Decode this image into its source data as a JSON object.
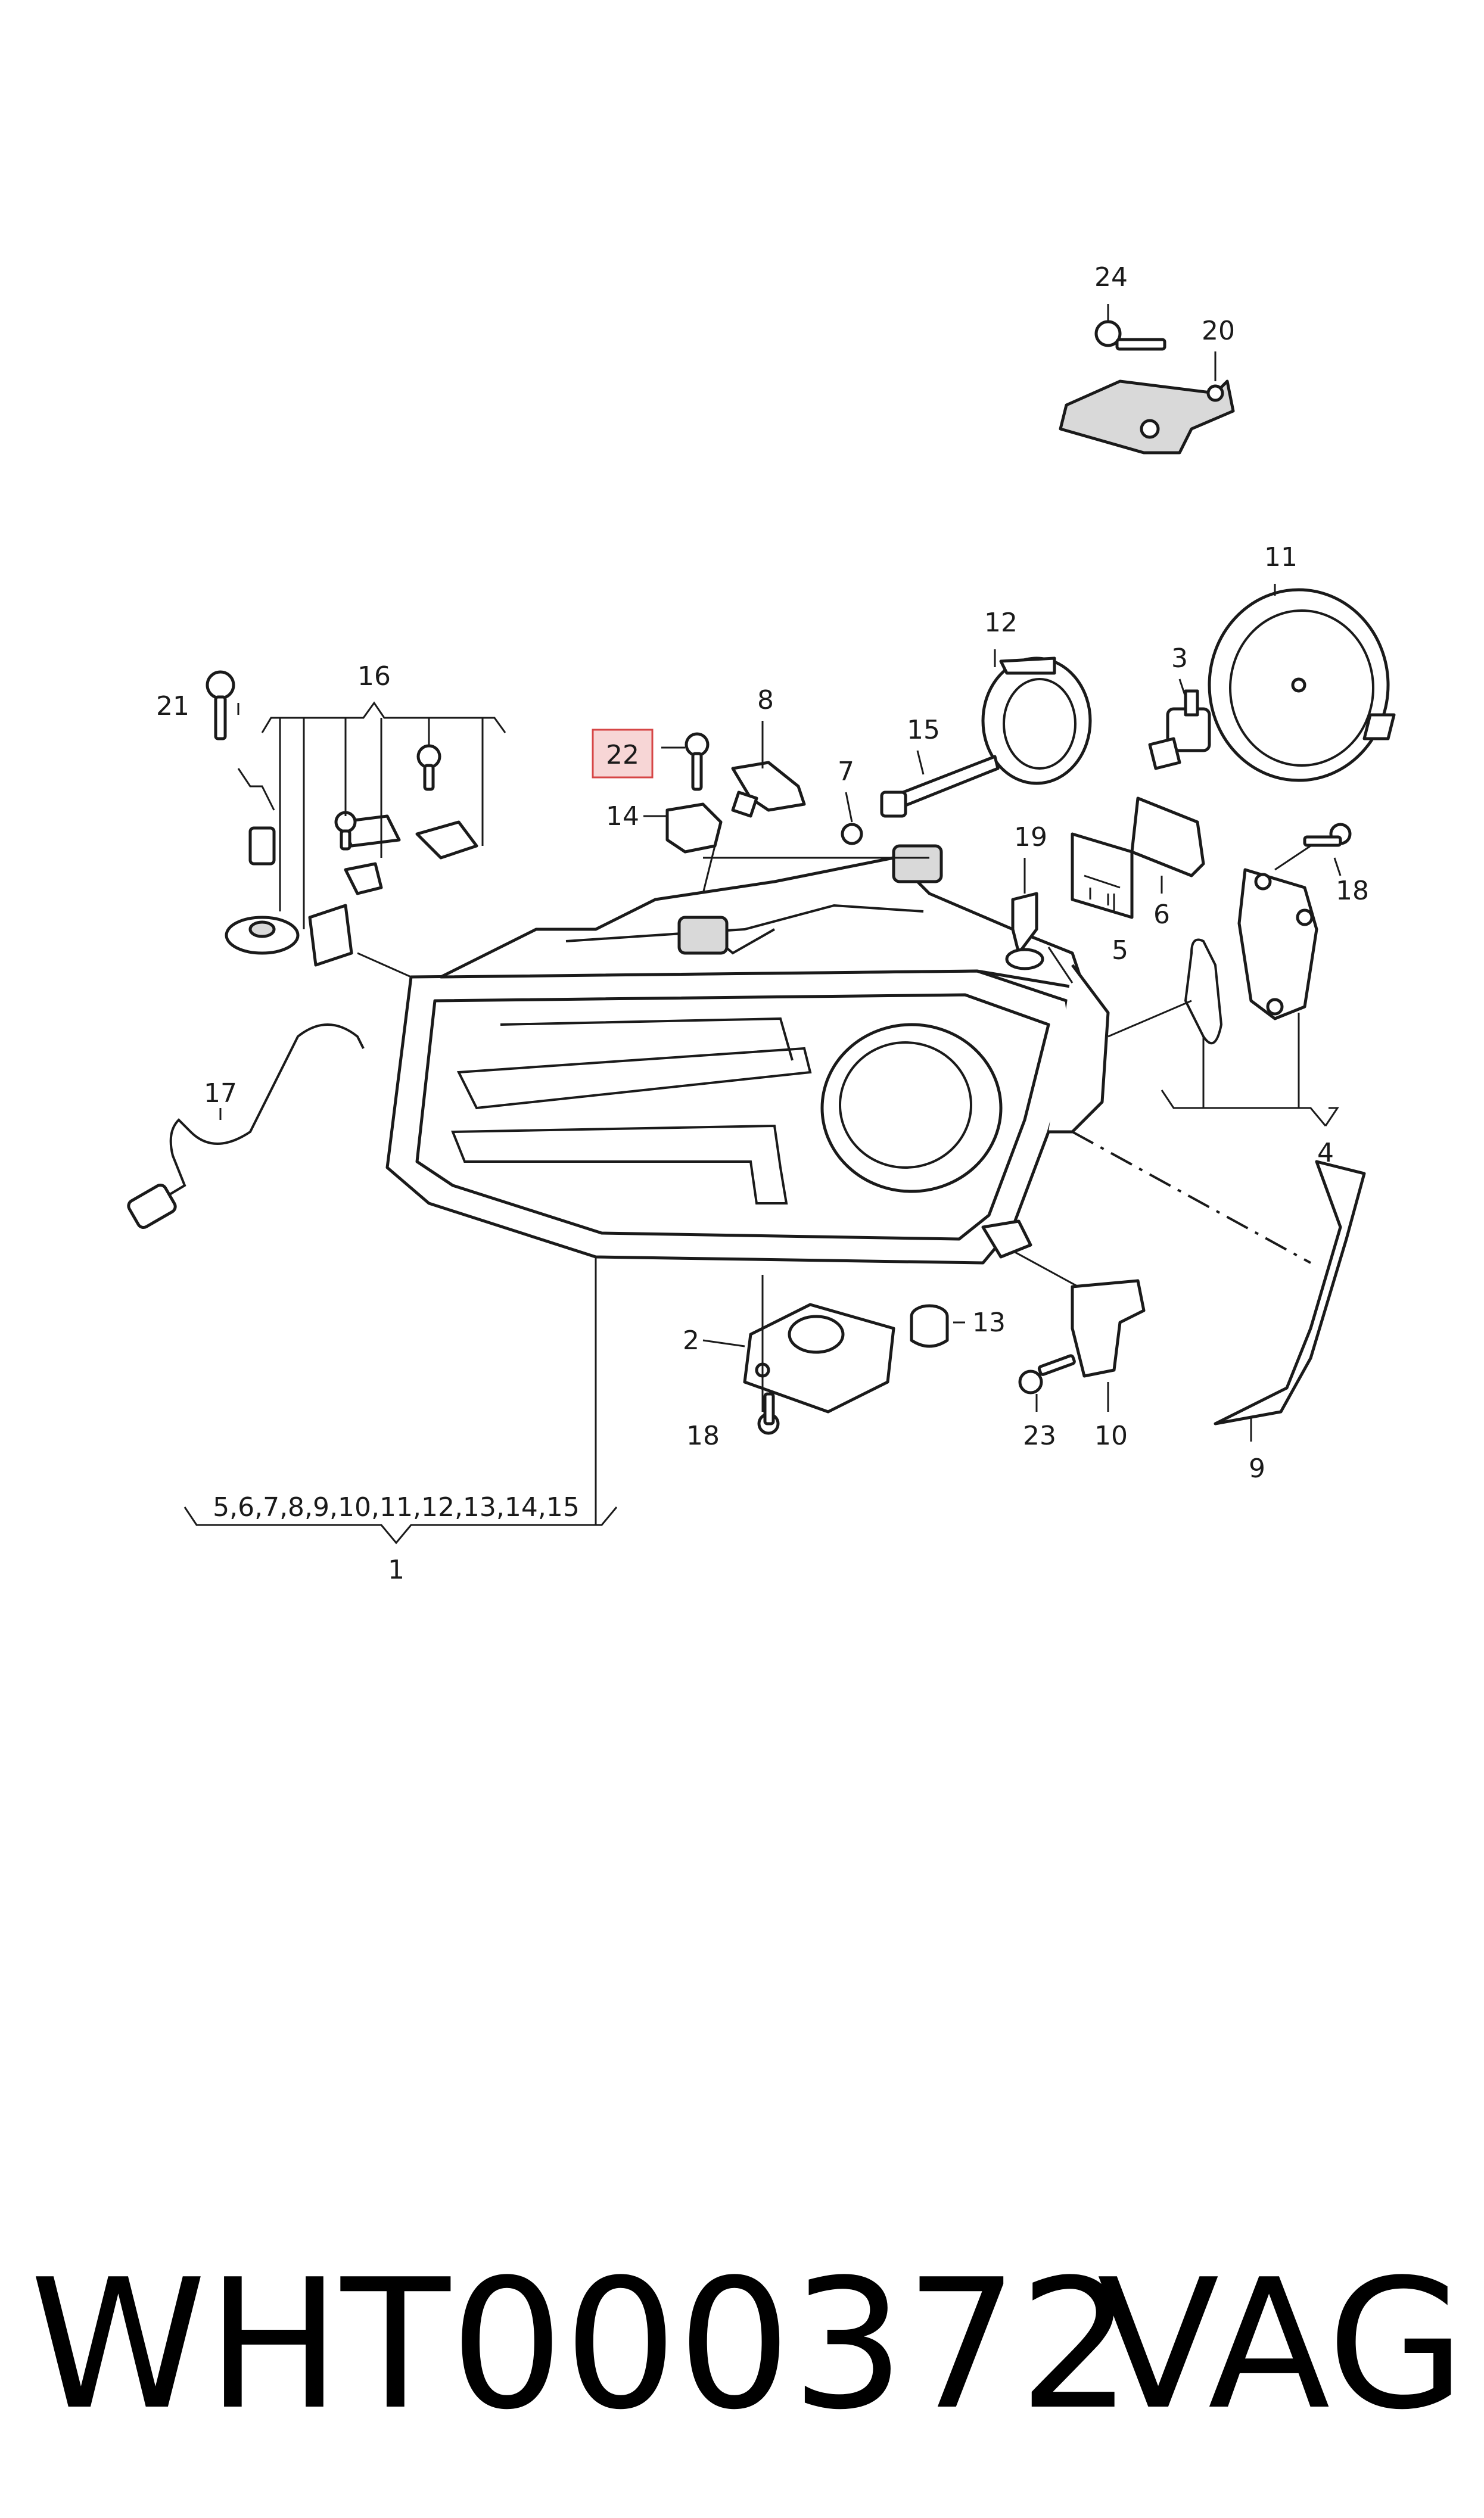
{
  "part_labels": {
    "p1": "1",
    "p1_group": "5,6,7,8,9,10,11,12,13,14,15",
    "p2": "2",
    "p3": "3",
    "p4": "4",
    "p5": "5",
    "p6": "6",
    "p7": "7",
    "p8": "8",
    "p9": "9",
    "p10": "10",
    "p11": "11",
    "p12": "12",
    "p13": "13",
    "p14": "14",
    "p15": "15",
    "p16": "16",
    "p17": "17",
    "p18a": "18",
    "p18b": "18",
    "p19": "19",
    "p20": "20",
    "p21": "21",
    "p22": "22",
    "p23": "23",
    "p24": "24"
  },
  "highlighted_part": "22",
  "highlight_color": "#f7d6d6",
  "highlight_border_color": "#d64545",
  "footer": {
    "part_number": "WHT000372",
    "brand": "VAG"
  }
}
